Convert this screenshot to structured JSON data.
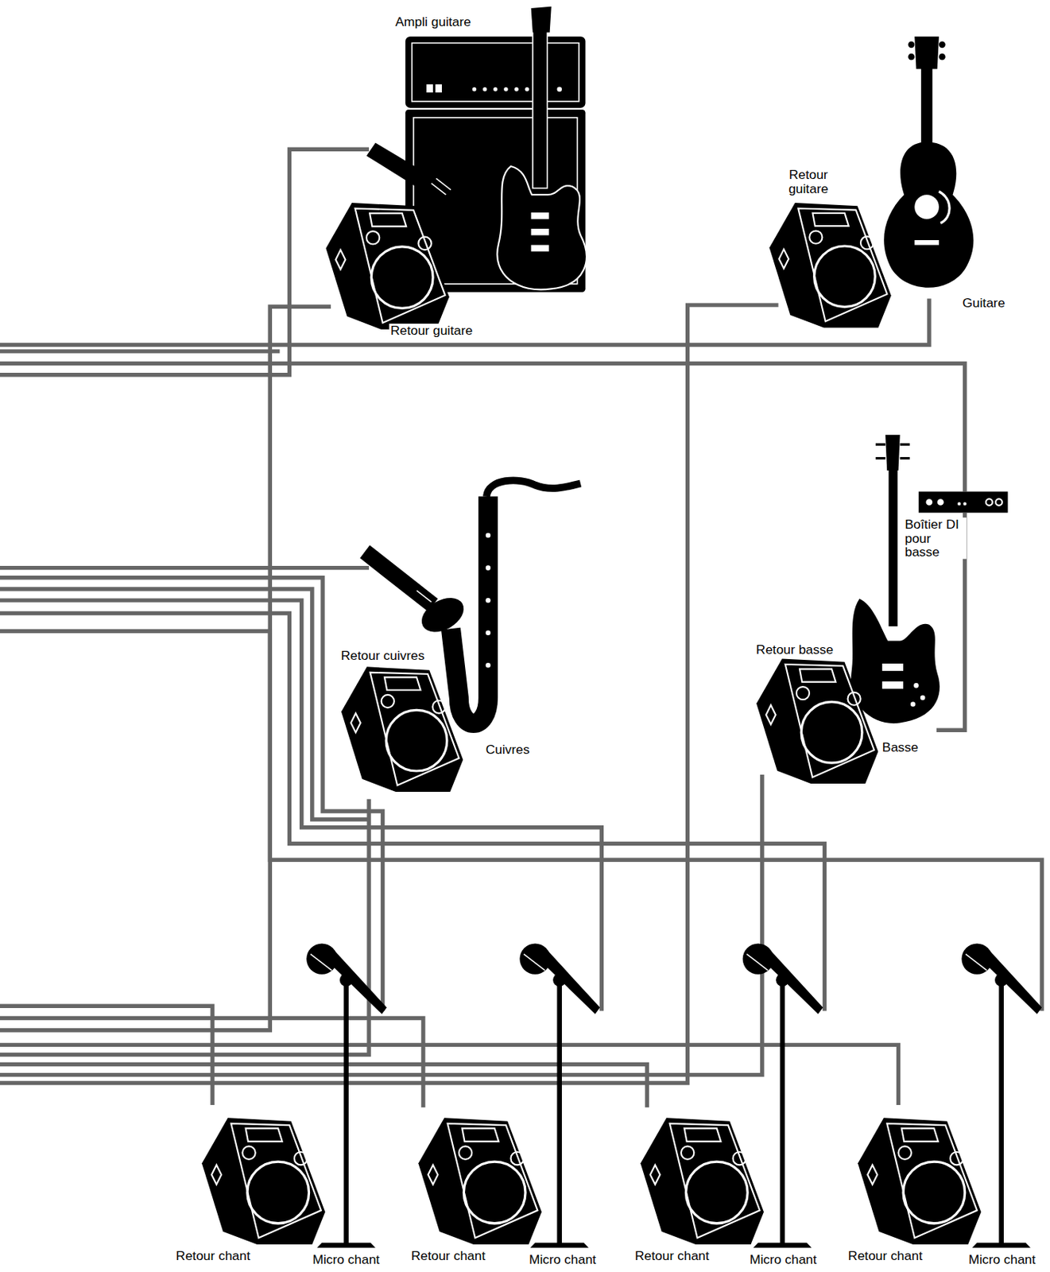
{
  "diagram": {
    "labels": [
      "Ampli guitare",
      "Retour guitare",
      "Guitare",
      "Retour guitare",
      "Boîtier DI pour basse",
      "Retour cuivres",
      "Retour basse",
      "Cuivres",
      "Basse",
      "Retour chant",
      "Micro chant",
      "Retour chant",
      "Micro chant",
      "Retour chant",
      "Micro chant",
      "Retour chant",
      "Micro chant"
    ]
  }
}
